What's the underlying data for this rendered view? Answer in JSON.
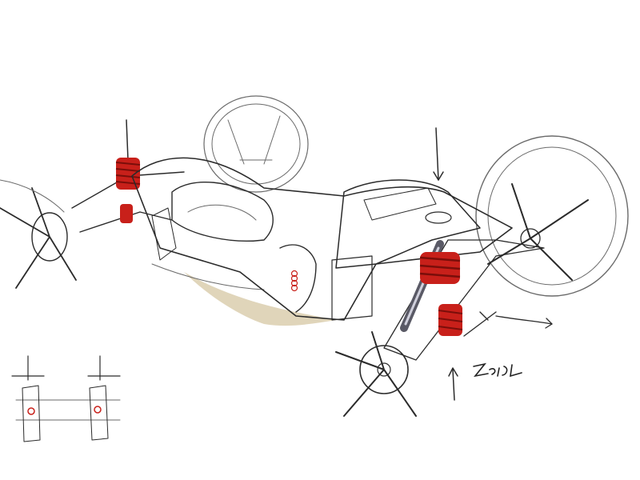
{
  "colors": {
    "background": "#ffffff",
    "pencil": "#2b2b2b",
    "pencil_light": "#6a6a6a",
    "body_highlight": "#f2f2f4",
    "body_mid": "#c4c4cc",
    "body_shadow": "#6f6f7a",
    "spring": "#c8201a",
    "spring_dark": "#7a0e0a",
    "suspension_arm": "#a8875e",
    "sand": "#d8cba9",
    "mesh": "#3a3a40",
    "signature_label": "#222222"
  },
  "icons": {
    "logo": "four-rings-logo",
    "signature": "handwritten-signature"
  },
  "signature": {
    "text": "Zeiel"
  }
}
